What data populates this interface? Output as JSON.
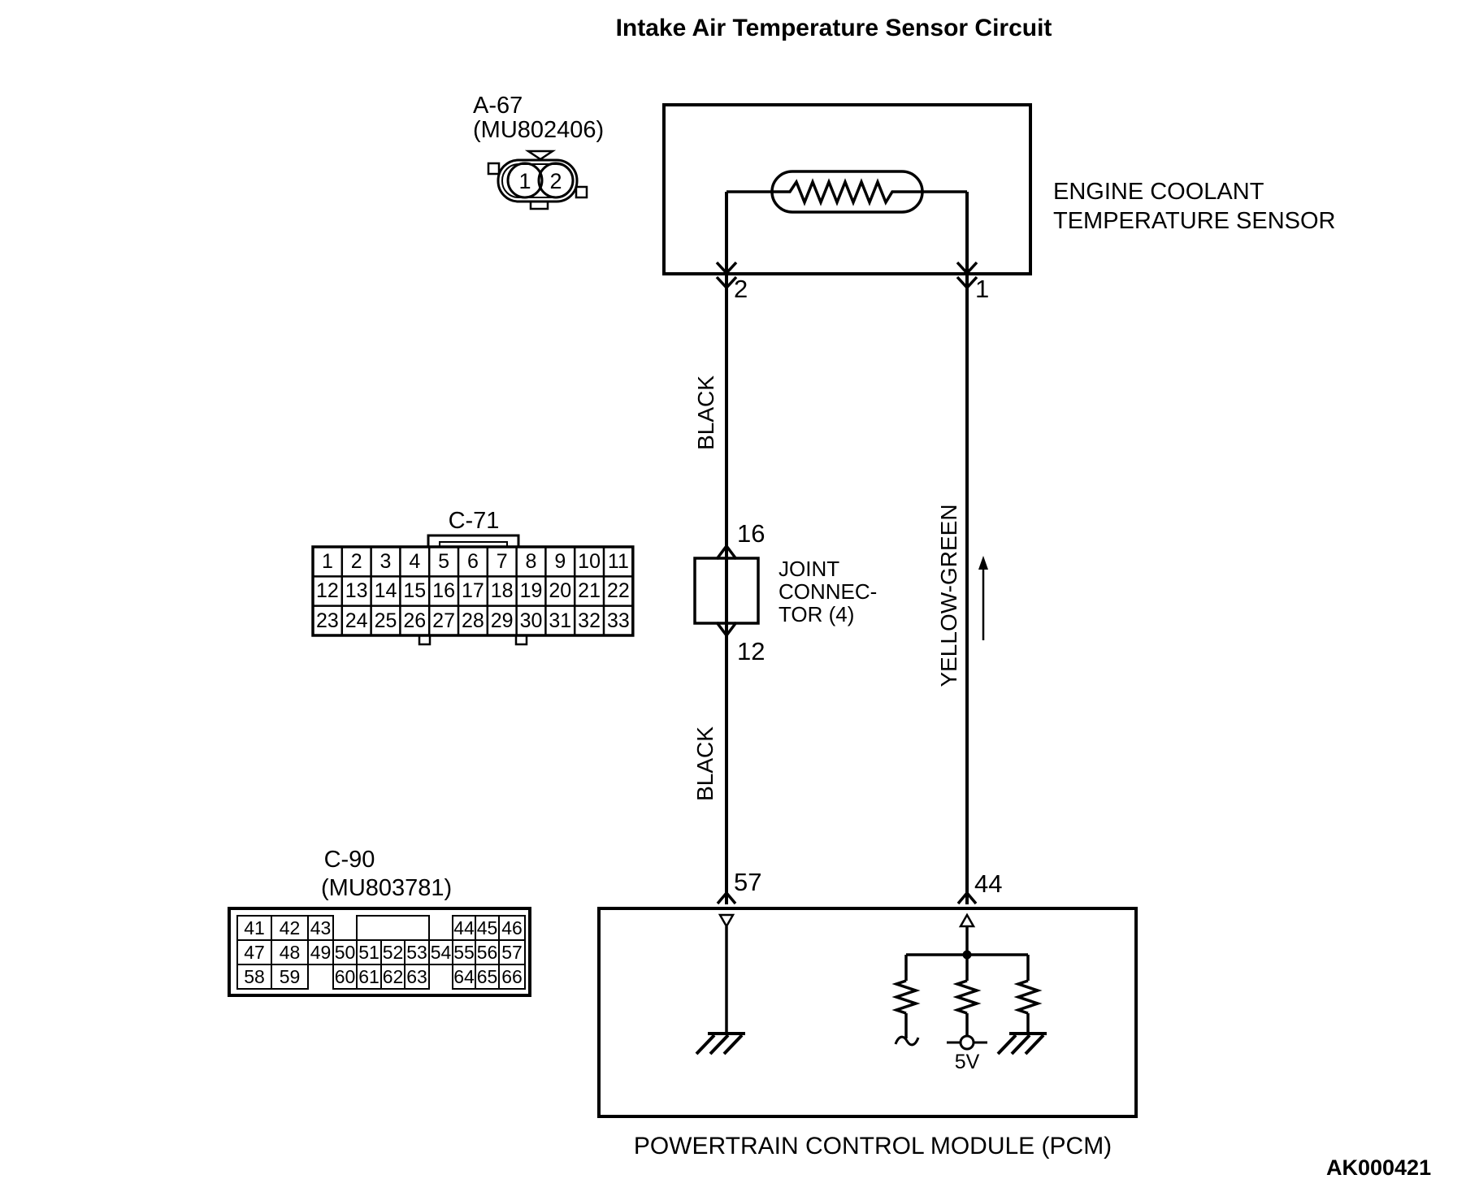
{
  "title": "Intake Air Temperature Sensor Circuit",
  "footer_code": "AK000421",
  "sensor": {
    "connector_id": "A-67",
    "part_no": "(MU802406)",
    "connector_pins": [
      "1",
      "2"
    ],
    "pin_left": "2",
    "pin_right": "1",
    "label_line1": "ENGINE COOLANT",
    "label_line2": "TEMPERATURE SENSOR"
  },
  "wires": {
    "left_upper": "BLACK",
    "left_lower": "BLACK",
    "right": "YELLOW-GREEN"
  },
  "joint_connector": {
    "pin_in": "16",
    "pin_out": "12",
    "label_line1": "JOINT",
    "label_line2": "CONNEC-",
    "label_line3": "TOR (4)"
  },
  "c71": {
    "label": "C-71",
    "rows": [
      [
        "1",
        "2",
        "3",
        "4",
        "5",
        "6",
        "7",
        "8",
        "9",
        "10",
        "11"
      ],
      [
        "12",
        "13",
        "14",
        "15",
        "16",
        "17",
        "18",
        "19",
        "20",
        "21",
        "22"
      ],
      [
        "23",
        "24",
        "25",
        "26",
        "27",
        "28",
        "29",
        "30",
        "31",
        "32",
        "33"
      ]
    ]
  },
  "c90": {
    "label": "C-90",
    "part_no": "(MU803781)",
    "rows": [
      [
        {
          "t": "41",
          "c": 0
        },
        {
          "t": "42",
          "c": 1
        },
        {
          "t": "43",
          "c": 2
        },
        {
          "t": "",
          "c": 4,
          "s": 3
        },
        {
          "t": "44",
          "c": 8
        },
        {
          "t": "45",
          "c": 9
        },
        {
          "t": "46",
          "c": 10
        }
      ],
      [
        {
          "t": "47",
          "c": 0
        },
        {
          "t": "48",
          "c": 1
        },
        {
          "t": "49",
          "c": 2
        },
        {
          "t": "50",
          "c": 3
        },
        {
          "t": "51",
          "c": 4
        },
        {
          "t": "52",
          "c": 5
        },
        {
          "t": "53",
          "c": 6
        },
        {
          "t": "54",
          "c": 7
        },
        {
          "t": "55",
          "c": 8
        },
        {
          "t": "56",
          "c": 9
        },
        {
          "t": "57",
          "c": 10
        }
      ],
      [
        {
          "t": "58",
          "c": 0
        },
        {
          "t": "59",
          "c": 1
        },
        {
          "t": "60",
          "c": 3
        },
        {
          "t": "61",
          "c": 4
        },
        {
          "t": "62",
          "c": 5
        },
        {
          "t": "63",
          "c": 6
        },
        {
          "t": "64",
          "c": 8
        },
        {
          "t": "65",
          "c": 9
        },
        {
          "t": "66",
          "c": 10
        }
      ]
    ]
  },
  "pcm": {
    "label": "POWERTRAIN CONTROL MODULE (PCM)",
    "pin_left": "57",
    "pin_right": "44",
    "voltage": "5V"
  },
  "colors": {
    "line": "#000000",
    "background": "#ffffff"
  }
}
